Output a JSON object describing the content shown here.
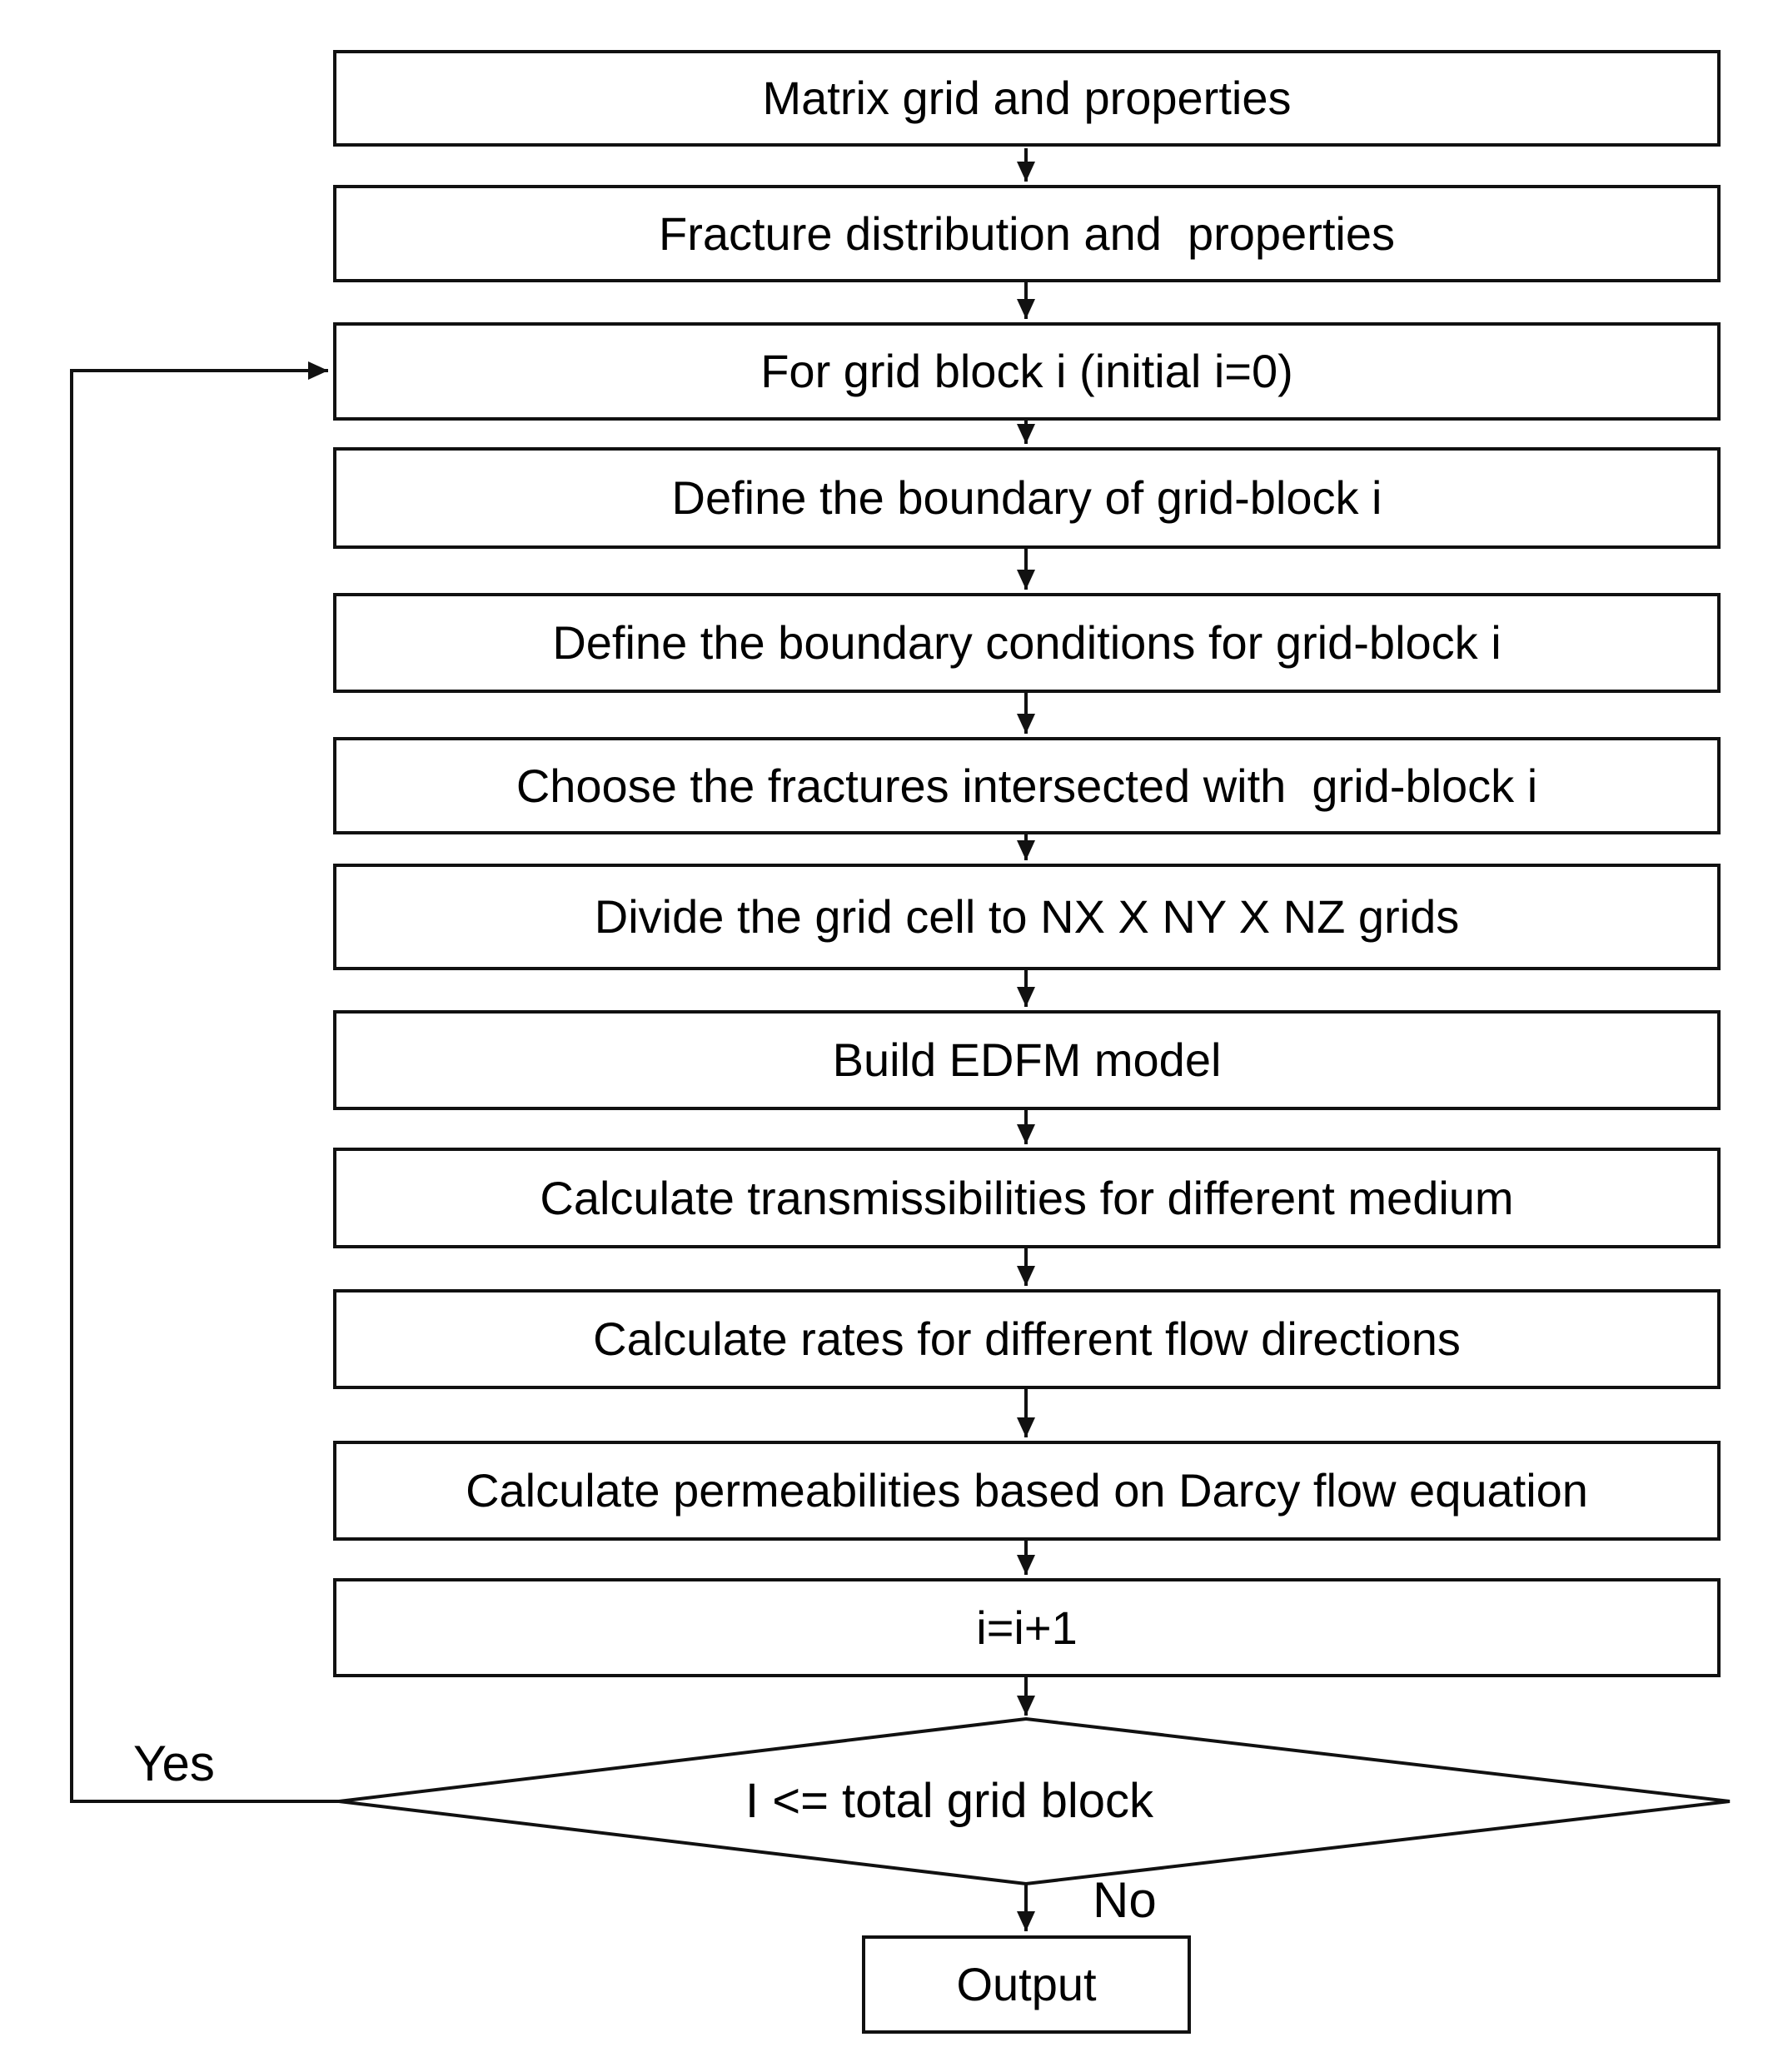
{
  "flow": {
    "steps": [
      {
        "label": "Matrix grid and properties"
      },
      {
        "label": "Fracture distribution and  properties"
      },
      {
        "label": "For grid block i (initial i=0)"
      },
      {
        "label": "Define the boundary of grid-block i"
      },
      {
        "label": "Define the boundary conditions for grid-block i"
      },
      {
        "label": "Choose the fractures intersected with  grid-block i"
      },
      {
        "label": "Divide the grid cell to NX X NY X NZ grids"
      },
      {
        "label": "Build EDFM model"
      },
      {
        "label": "Calculate transmissibilities for different medium"
      },
      {
        "label": "Calculate rates for different flow directions"
      },
      {
        "label": "Calculate permeabilities based on Darcy flow equation"
      },
      {
        "label": "i=i+1"
      }
    ],
    "decision": {
      "label": "I <= total grid block",
      "yes_label": "Yes",
      "no_label": "No"
    },
    "output": {
      "label": "Output"
    },
    "colors": {
      "stroke": "#111111",
      "background": "#ffffff",
      "text": "#000000"
    }
  }
}
